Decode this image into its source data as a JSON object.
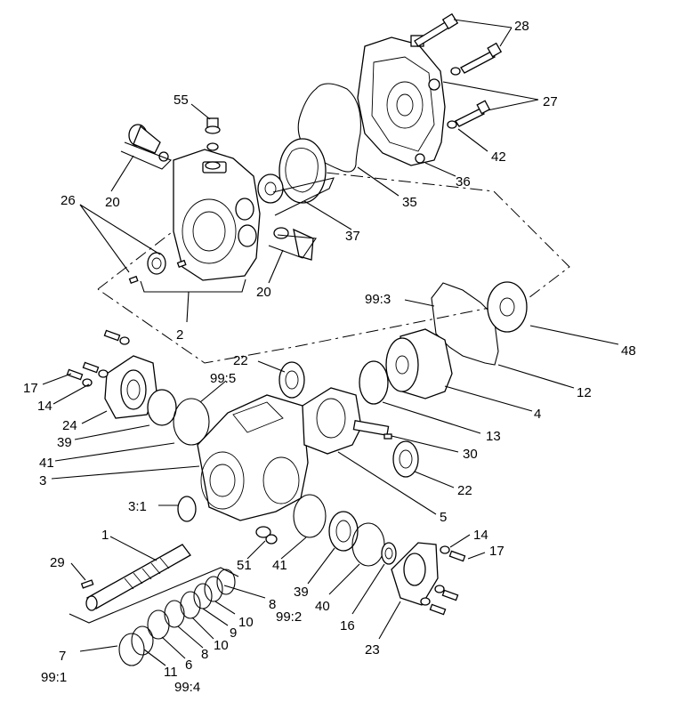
{
  "labels": {
    "l28": "28",
    "l27": "27",
    "l55": "55",
    "l42": "42",
    "l20a": "20",
    "l26": "26",
    "l36": "36",
    "l35": "35",
    "l37": "37",
    "l20b": "20",
    "l99_3": "99:3",
    "l2": "2",
    "l48": "48",
    "l22a": "22",
    "l99_5": "99:5",
    "l12": "12",
    "l17a": "17",
    "l14a": "14",
    "l4": "4",
    "l24": "24",
    "l13": "13",
    "l39a": "39",
    "l30": "30",
    "l41a": "41",
    "l3": "3",
    "l22b": "22",
    "l3_1": "3:1",
    "l5": "5",
    "l1": "1",
    "l14b": "14",
    "l17b": "17",
    "l29": "29",
    "l51": "51",
    "l41b": "41",
    "l8a": "8",
    "l99_2": "99:2",
    "l39b": "39",
    "l40": "40",
    "l16": "16",
    "l10a": "10",
    "l9": "9",
    "l10b": "10",
    "l8b": "8",
    "l23": "23",
    "l7": "7",
    "l6": "6",
    "l11": "11",
    "l99_1": "99:1",
    "l99_4": "99:4"
  }
}
